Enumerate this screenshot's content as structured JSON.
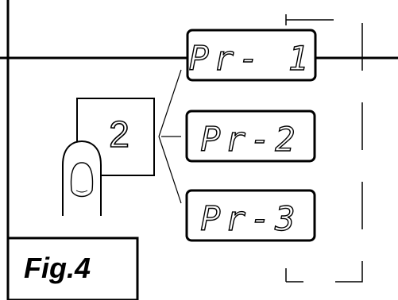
{
  "button": {
    "label": "2"
  },
  "figure": {
    "label": "Fig.4"
  },
  "displays": [
    {
      "text": "Pr- 1"
    },
    {
      "text": "Pr-2"
    },
    {
      "text": "Pr-3"
    }
  ],
  "colors": {
    "ink": "#000000",
    "background": "#ffffff"
  }
}
